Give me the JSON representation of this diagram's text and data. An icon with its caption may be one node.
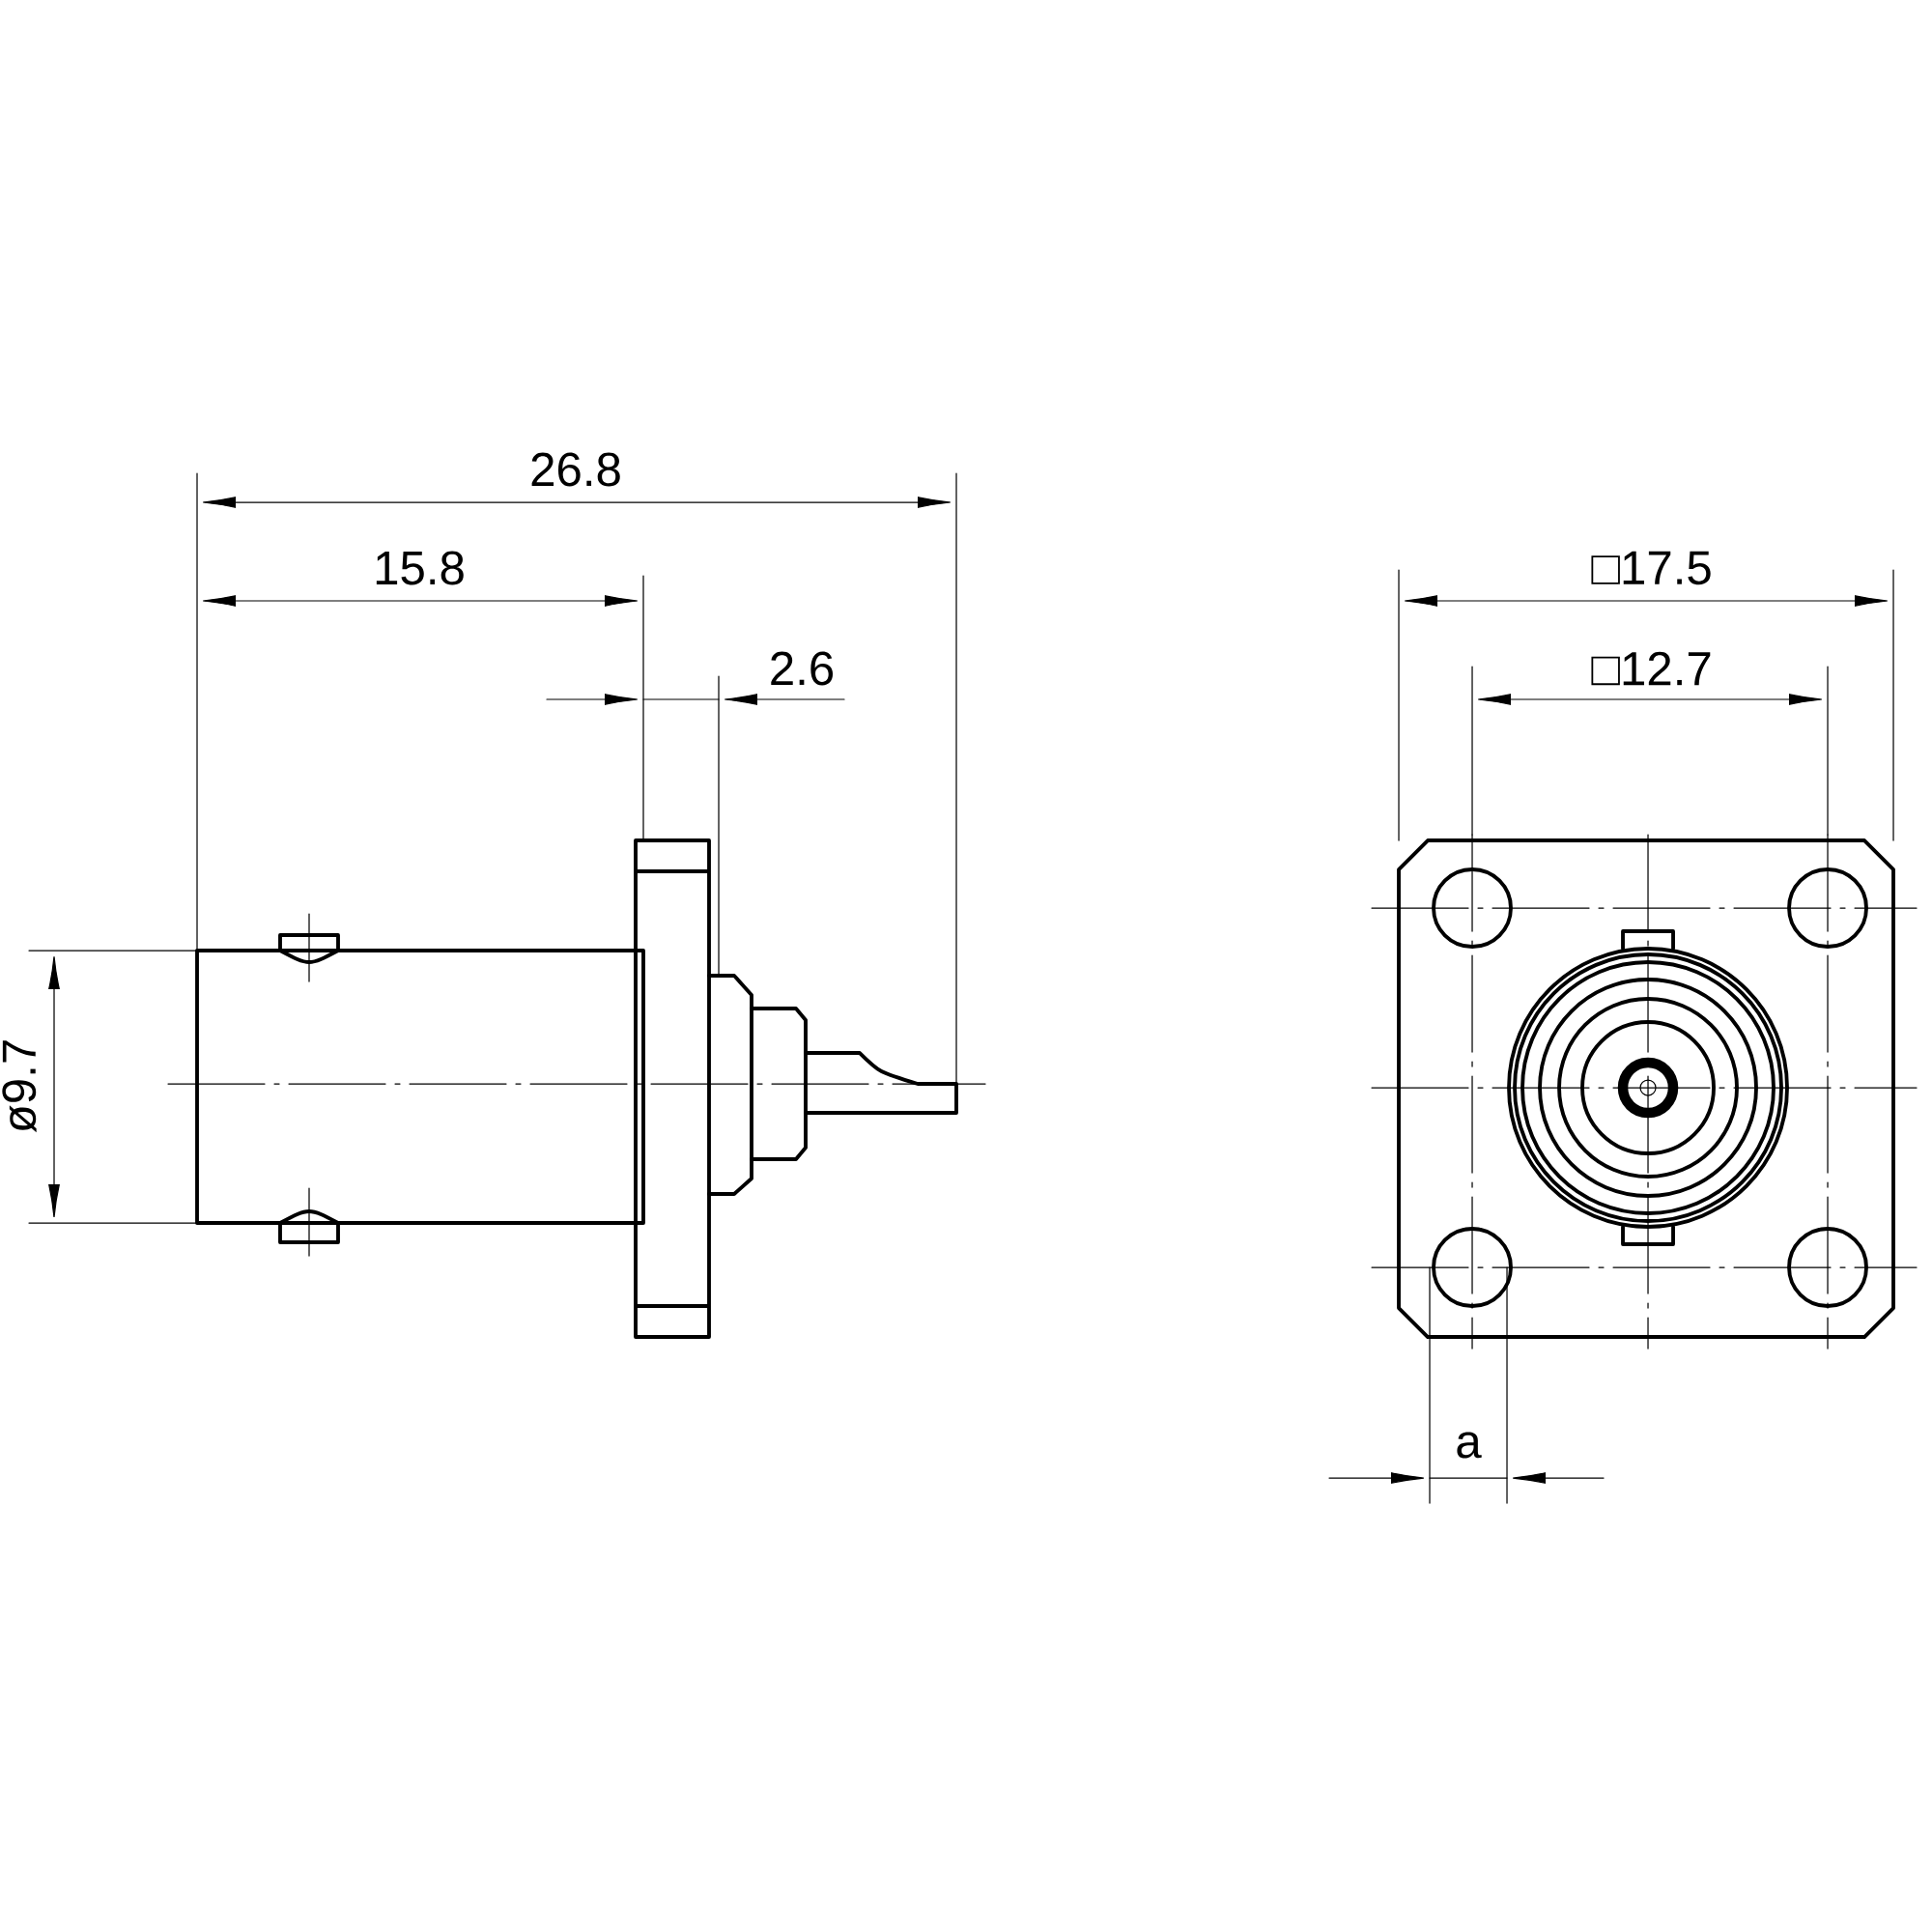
{
  "diagram": {
    "labels": [
      "26.8",
      "15.8",
      "2.6",
      "ø9.7",
      "□17.5",
      "□12.7",
      "a"
    ]
  }
}
